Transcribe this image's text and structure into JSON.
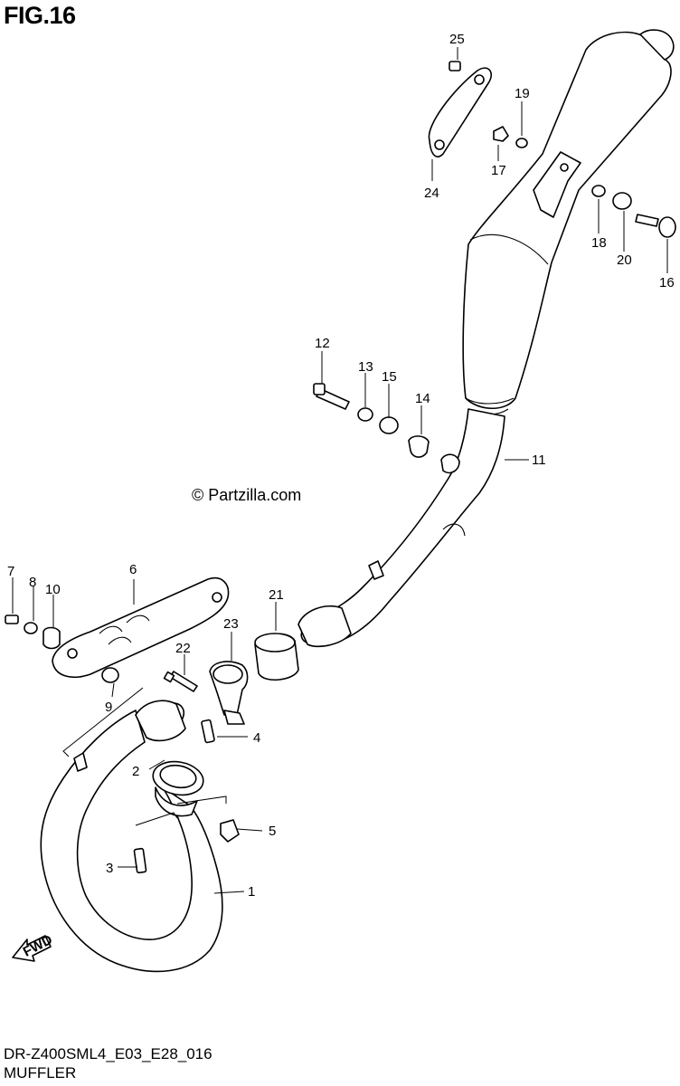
{
  "title": "FIG.16",
  "footer": {
    "code": "DR-Z400SML4_E03_E28_016",
    "name": "MUFFLER"
  },
  "watermark": "© Partzilla.com",
  "fwd_label": "FWD",
  "parts": [
    {
      "num": "1"
    },
    {
      "num": "2"
    },
    {
      "num": "3"
    },
    {
      "num": "4"
    },
    {
      "num": "5"
    },
    {
      "num": "6"
    },
    {
      "num": "7"
    },
    {
      "num": "8"
    },
    {
      "num": "9"
    },
    {
      "num": "10"
    },
    {
      "num": "11"
    },
    {
      "num": "12"
    },
    {
      "num": "13"
    },
    {
      "num": "14"
    },
    {
      "num": "15"
    },
    {
      "num": "16"
    },
    {
      "num": "17"
    },
    {
      "num": "18"
    },
    {
      "num": "19"
    },
    {
      "num": "20"
    },
    {
      "num": "21"
    },
    {
      "num": "22"
    },
    {
      "num": "23"
    },
    {
      "num": "24"
    },
    {
      "num": "25"
    }
  ]
}
